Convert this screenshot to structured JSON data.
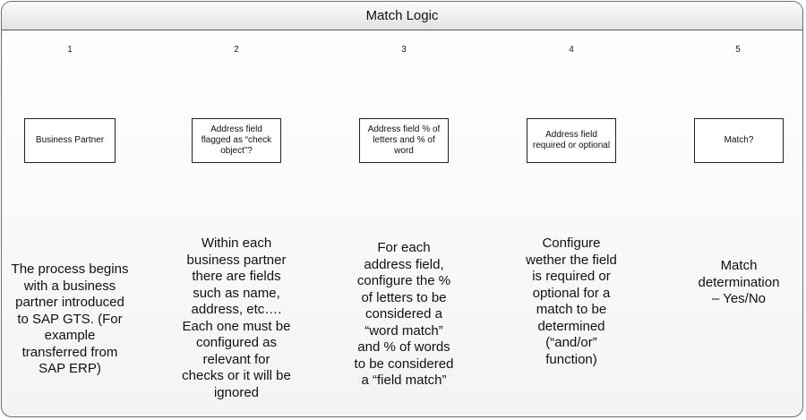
{
  "title": "Match Logic",
  "steps": [
    {
      "number": "1",
      "box": "Business Partner",
      "description": "The process begins\nwith a business\npartner introduced\nto SAP GTS. (For\nexample\ntransferred from\nSAP ERP)"
    },
    {
      "number": "2",
      "box": "Address field flagged as “check object”?",
      "description": "Within each\nbusiness partner\nthere are fields\nsuch as name,\naddress, etc….\nEach one must be\nconfigured as\nrelevant for\nchecks or it will be\nignored"
    },
    {
      "number": "3",
      "box": "Address field % of letters and % of word",
      "description": "For each\naddress field,\nconfigure the %\nof letters to be\nconsidered a\n“word match”\nand % of words\nto be considered\na “field match”"
    },
    {
      "number": "4",
      "box": "Address field required or optional",
      "description": "Configure\nwether the field\nis required or\noptional for a\nmatch to be\ndetermined\n(“and/or”\nfunction)"
    },
    {
      "number": "5",
      "box": "Match?",
      "description": "Match\ndetermination\n– Yes/No"
    }
  ]
}
